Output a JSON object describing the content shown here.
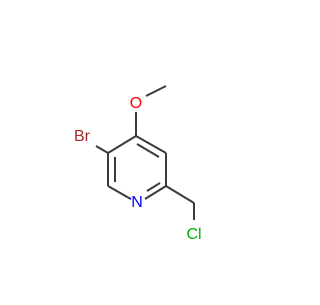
{
  "molecule": {
    "atoms": {
      "bromine": "Br",
      "oxygen": "O",
      "nitrogen": "N",
      "chlorine": "Cl"
    },
    "colors": {
      "bond": "#3a3a3a",
      "carbon_bond": "#3a3a3a",
      "bromine": "#a52a2a",
      "oxygen": "#ff0000",
      "nitrogen": "#0000ff",
      "chlorine": "#00b000"
    }
  }
}
